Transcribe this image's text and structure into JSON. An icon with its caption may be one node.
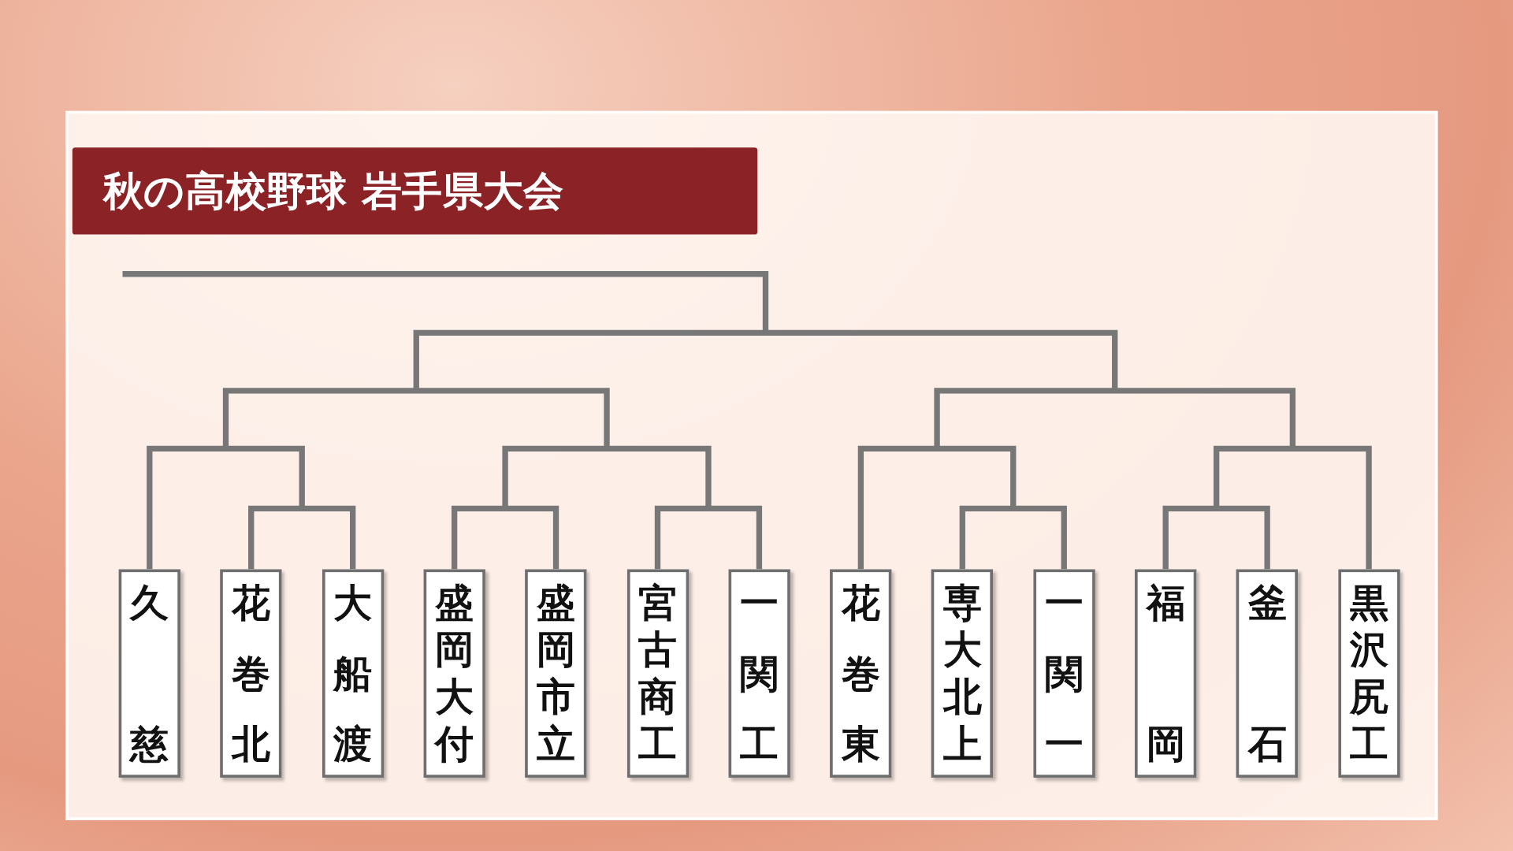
{
  "diagram": {
    "title": "秋の高校野球 岩手県大会",
    "nodes": [
      {
        "text": [
          "久慈"
        ]
      },
      {
        "text": [
          "花巻北"
        ]
      },
      {
        "text": [
          "大船渡"
        ]
      },
      {
        "text": [
          "盛岡大付"
        ]
      },
      {
        "text": [
          "盛岡市立"
        ]
      },
      {
        "text": [
          "宮古商工"
        ]
      },
      {
        "text": [
          "一関工"
        ]
      },
      {
        "text": [
          "花巻東"
        ]
      },
      {
        "text": [
          "専大北上"
        ]
      },
      {
        "text": [
          "一関一"
        ]
      },
      {
        "text": [
          "福岡"
        ]
      },
      {
        "text": [
          "釜石"
        ]
      },
      {
        "text": [
          "黒沢尻工"
        ]
      }
    ]
  }
}
